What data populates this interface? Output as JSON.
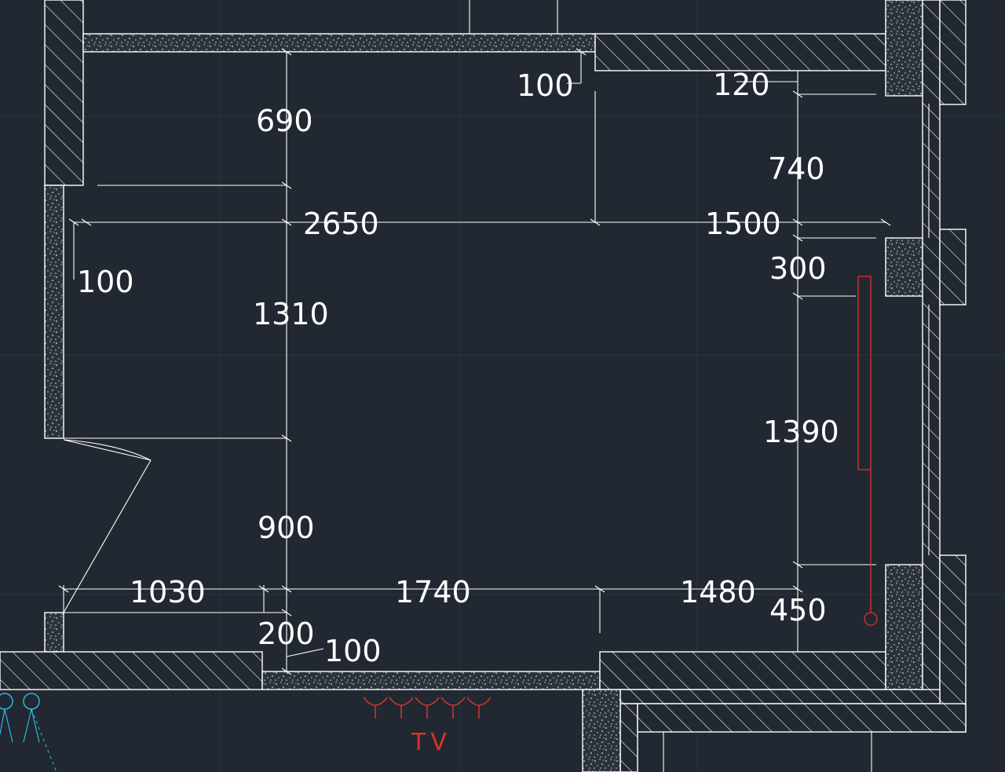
{
  "dimensions": {
    "d690": "690",
    "d100_top": "100",
    "d120": "120",
    "d740": "740",
    "d2650": "2650",
    "d1500": "1500",
    "d300": "300",
    "d100_left": "100",
    "d1310": "1310",
    "d1390": "1390",
    "d900": "900",
    "d1030": "1030",
    "d1740": "1740",
    "d1480": "1480",
    "d450": "450",
    "d200": "200",
    "d100_bottom": "100"
  },
  "labels": {
    "tv": "TV"
  },
  "colors": {
    "background": "#212831",
    "lines": "#ffffff",
    "annotation_red": "#d8342b",
    "fixture_cyan": "#2fb4e0"
  }
}
